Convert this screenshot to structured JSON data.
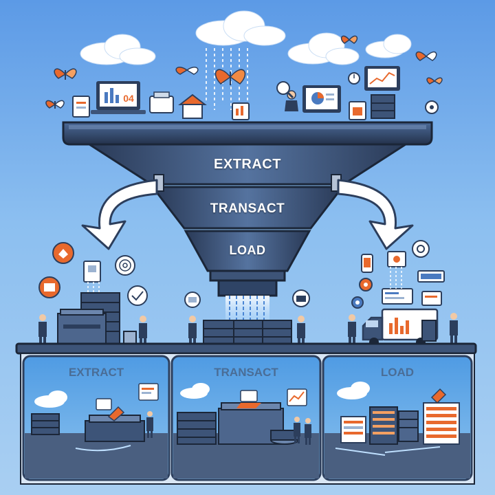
{
  "funnel": {
    "stage_1": "EXTRACT",
    "stage_2": "TRANSACT",
    "stage_3": "LOAD"
  },
  "panels": [
    {
      "title": "EXTRACT"
    },
    {
      "title": "TRANSACT"
    },
    {
      "title": "LOAD"
    }
  ],
  "monitor_text": "04",
  "icons": {
    "funnel": "funnel-icon",
    "cloud": "cloud-icon",
    "butterfly": "butterfly-icon",
    "server": "server-rack-icon",
    "truck": "delivery-truck-icon",
    "person": "businessman-icon",
    "document": "document-icon",
    "gear": "gear-icon",
    "arrow": "curved-arrow-icon"
  },
  "colors": {
    "sky": "#6aa6ea",
    "funnel_dark": "#2c3e5c",
    "funnel_light": "#4a6a9c",
    "accent": "#e8692d",
    "panel_bg": "#5aa6e8",
    "panel_title": "#4a6d96"
  }
}
